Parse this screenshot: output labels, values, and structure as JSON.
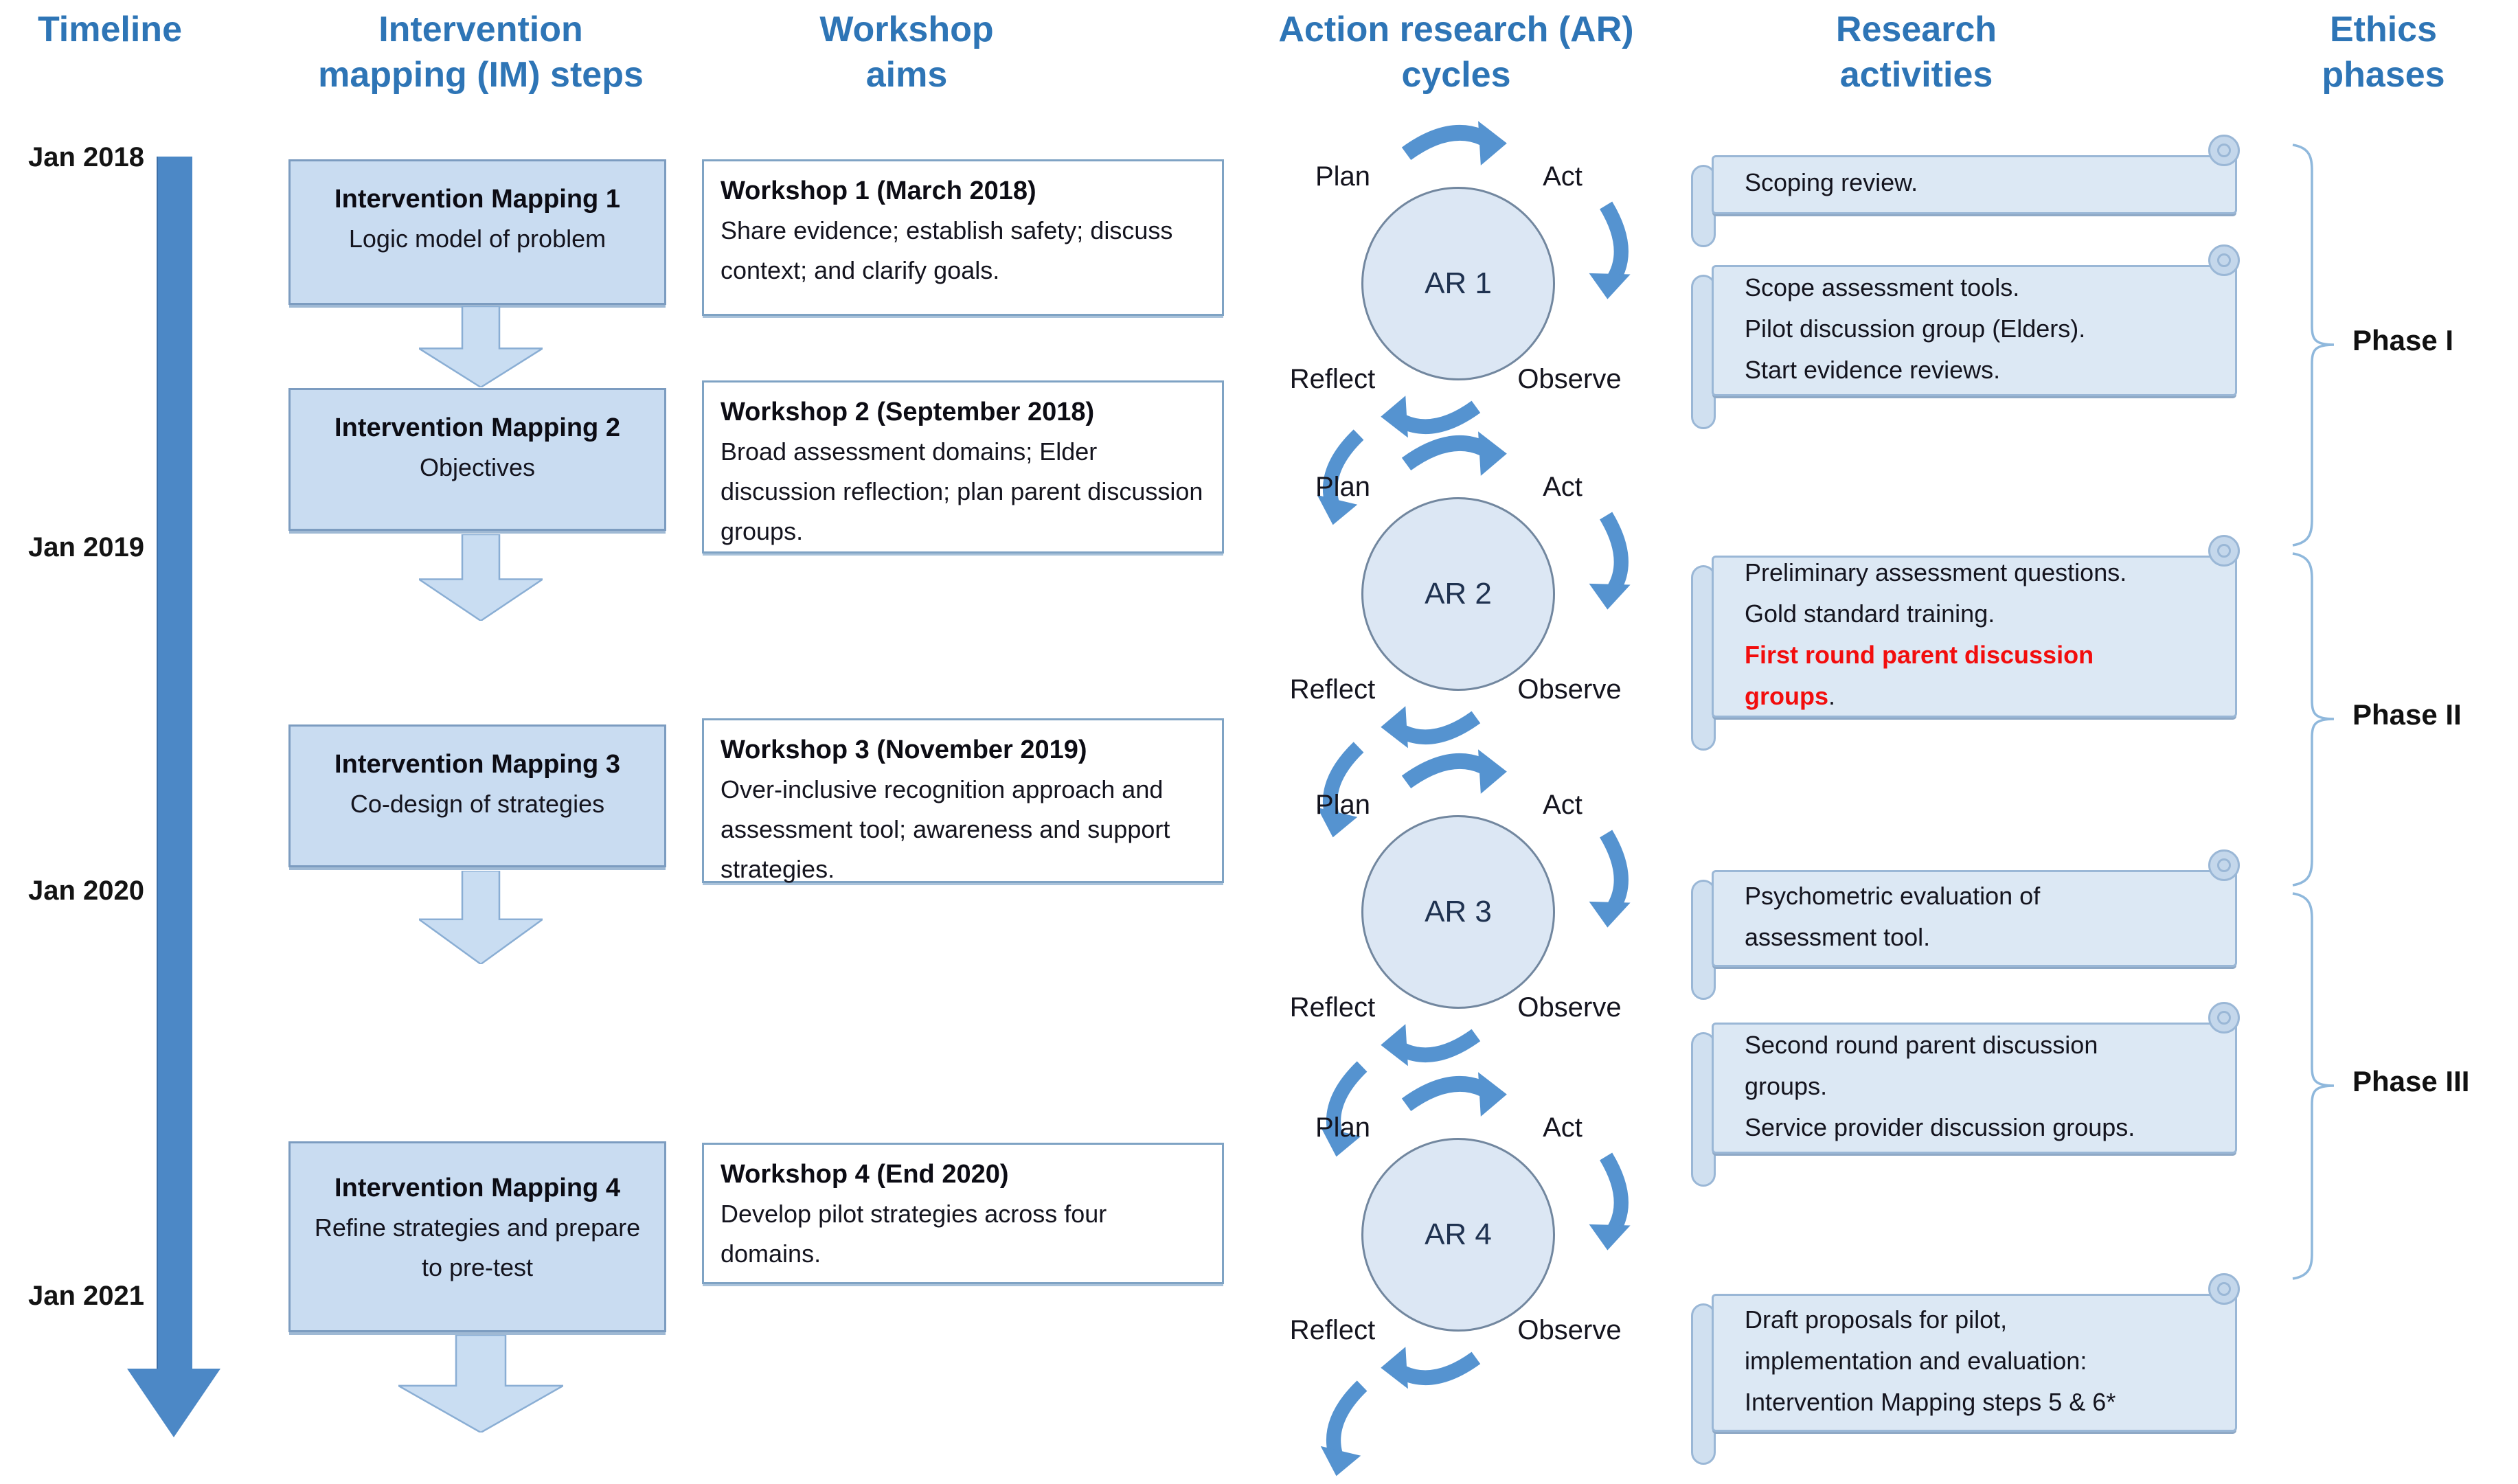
{
  "headers": {
    "timeline": {
      "line1": "Timeline",
      "line2": ""
    },
    "im": {
      "line1": "Intervention",
      "line2": "mapping (IM) steps"
    },
    "workshop": {
      "line1": "Workshop",
      "line2": "aims"
    },
    "ar": {
      "line1": "Action research (AR)",
      "line2": "cycles"
    },
    "research": {
      "line1": "Research",
      "line2": "activities"
    },
    "ethics": {
      "line1": "Ethics",
      "line2": "phases"
    }
  },
  "timeline": {
    "labels": [
      "Jan 2018",
      "Jan 2019",
      "Jan 2020",
      "Jan 2021"
    ]
  },
  "im_steps": [
    {
      "title": "Intervention Mapping 1",
      "subtitle": "Logic model of problem"
    },
    {
      "title": "Intervention Mapping 2",
      "subtitle": "Objectives"
    },
    {
      "title": "Intervention Mapping 3",
      "subtitle": "Co-design of strategies"
    },
    {
      "title": "Intervention Mapping 4",
      "subtitle": "Refine strategies and prepare to pre-test"
    }
  ],
  "workshops": [
    {
      "title": "Workshop 1 (March 2018)",
      "body": "Share evidence; establish safety; discuss context; and clarify goals."
    },
    {
      "title": "Workshop 2 (September 2018)",
      "body": "Broad assessment domains; Elder discussion reflection; plan parent discussion groups."
    },
    {
      "title": "Workshop 3 (November 2019)",
      "body": "Over-inclusive recognition approach and assessment tool; awareness and support strategies."
    },
    {
      "title": "Workshop 4 (End 2020)",
      "body": "Develop pilot strategies across four domains."
    }
  ],
  "ar_cycles": [
    {
      "name": "AR 1",
      "plan": "Plan",
      "act": "Act",
      "observe": "Observe",
      "reflect": "Reflect"
    },
    {
      "name": "AR 2",
      "plan": "Plan",
      "act": "Act",
      "observe": "Observe",
      "reflect": "Reflect"
    },
    {
      "name": "AR 3",
      "plan": "Plan",
      "act": "Act",
      "observe": "Observe",
      "reflect": "Reflect"
    },
    {
      "name": "AR 4",
      "plan": "Plan",
      "act": "Act",
      "observe": "Observe",
      "reflect": "Reflect"
    }
  ],
  "research": {
    "scrolls": [
      {
        "lines": [
          {
            "text": "Scoping review.",
            "red": false
          }
        ]
      },
      {
        "lines": [
          {
            "text": "Scope assessment tools.",
            "red": false
          },
          {
            "text": "Pilot discussion group (Elders).",
            "red": false
          },
          {
            "text": "Start evidence reviews.",
            "red": false
          }
        ]
      },
      {
        "lines": [
          {
            "text": "Preliminary assessment questions.",
            "red": false
          },
          {
            "text": "Gold standard training.",
            "red": false
          },
          {
            "text": "First round parent discussion",
            "red": true
          },
          {
            "text": "groups",
            "red": true,
            "suffix": "."
          }
        ]
      },
      {
        "lines": [
          {
            "text": "Psychometric evaluation of",
            "red": false
          },
          {
            "text": "assessment tool.",
            "red": false
          }
        ]
      },
      {
        "lines": [
          {
            "text": "Second round parent discussion",
            "red": false
          },
          {
            "text": "groups.",
            "red": false
          },
          {
            "text": "Service provider discussion groups.",
            "red": false
          }
        ]
      },
      {
        "lines": [
          {
            "text": "Draft proposals for pilot,",
            "red": false
          },
          {
            "text": "implementation and evaluation:",
            "red": false
          },
          {
            "text": "Intervention Mapping steps 5 & 6*",
            "red": false
          }
        ]
      }
    ]
  },
  "ethics": {
    "phases": [
      {
        "label": "Phase I"
      },
      {
        "label": "Phase II"
      },
      {
        "label": "Phase III"
      }
    ]
  },
  "colors": {
    "header_blue": "#2E75B6",
    "timeline_blue": "#4C88C6",
    "im_box_fill": "#C9DCF1",
    "box_border": "#7C9CC0",
    "cycle_arrow_blue": "#5593D0",
    "circle_fill": "#DCE7F4",
    "scroll_fill": "#DCE8F4",
    "scroll_border": "#9AB7D6",
    "brace_blue": "#8FB8DC",
    "highlight_red": "#F20D0D"
  }
}
